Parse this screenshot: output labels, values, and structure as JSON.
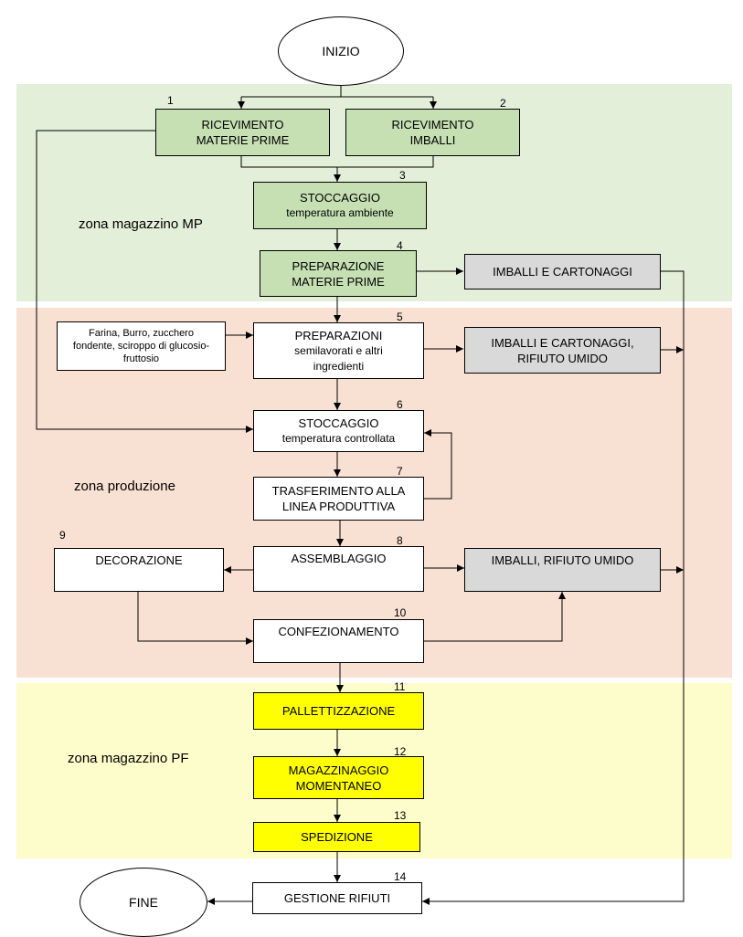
{
  "zones": {
    "mp": "zona magazzino MP",
    "production": "zona produzione",
    "pf": "zona magazzino PF"
  },
  "start": "INIZIO",
  "end": "FINE",
  "steps": {
    "s1": {
      "num": "1",
      "line1": "RICEVIMENTO",
      "line2": "MATERIE PRIME"
    },
    "s2": {
      "num": "2",
      "line1": "RICEVIMENTO",
      "line2": "IMBALLI"
    },
    "s3": {
      "num": "3",
      "line1": "STOCCAGGIO",
      "line2": "temperatura ambiente"
    },
    "s4": {
      "num": "4",
      "line1": "PREPARAZIONE",
      "line2": "MATERIE PRIME"
    },
    "s5": {
      "num": "5",
      "line1": "PREPARAZIONI",
      "line2": "semilavorati e altri\ningredienti"
    },
    "s6": {
      "num": "6",
      "line1": "STOCCAGGIO",
      "line2": "temperatura controllata"
    },
    "s7": {
      "num": "7",
      "line1": "TRASFERIMENTO ALLA",
      "line2": "LINEA PRODUTTIVA"
    },
    "s8": {
      "num": "8",
      "label": "ASSEMBLAGGIO"
    },
    "s9": {
      "num": "9",
      "label": "DECORAZIONE"
    },
    "s10": {
      "num": "10",
      "label": "CONFEZIONAMENTO"
    },
    "s11": {
      "num": "11",
      "label": "PALLETTIZZAZIONE"
    },
    "s12": {
      "num": "12",
      "line1": "MAGAZZINAGGIO",
      "line2": "MOMENTANEO"
    },
    "s13": {
      "num": "13",
      "label": "SPEDIZIONE"
    },
    "s14": {
      "num": "14",
      "label": "GESTIONE RIFIUTI"
    }
  },
  "waste": {
    "w1": "IMBALLI E CARTONAGGI",
    "w2": "IMBALLI E CARTONAGGI,\nRIFIUTO UMIDO",
    "w3": "IMBALLI, RIFIUTO UMIDO"
  },
  "ingredients": "Farina, Burro, zucchero\nfondente, sciroppo di glucosio-\nfruttosio"
}
